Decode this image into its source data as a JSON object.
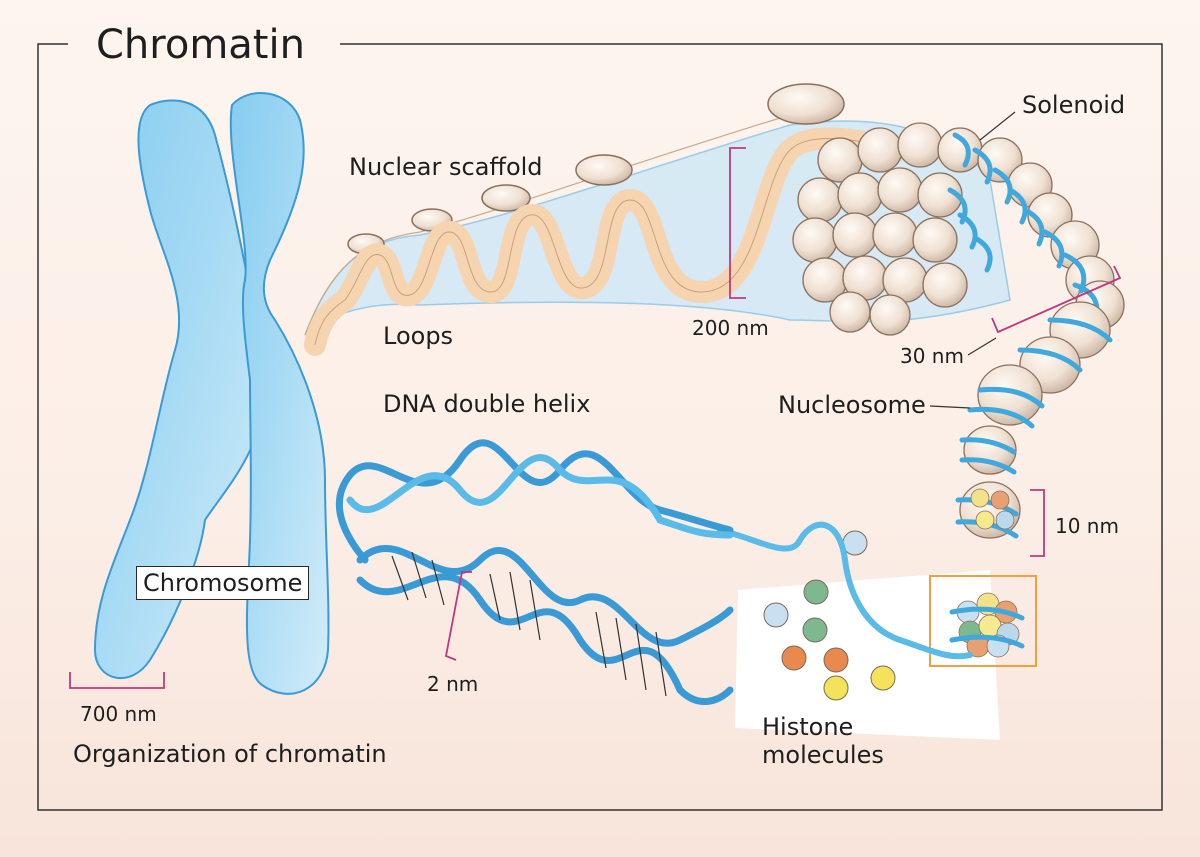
{
  "title": "Chromatin",
  "labels": {
    "nuclear_scaffold": "Nuclear scaffold",
    "solenoid": "Solenoid",
    "loops": "Loops",
    "size_200": "200 nm",
    "size_30": "30 nm",
    "dna_double_helix": "DNA double helix",
    "nucleosome": "Nucleosome",
    "size_10": "10 nm",
    "chromosome": "Chromosome",
    "size_2": "2 nm",
    "size_700": "700 nm",
    "histone_molecules_1": "Histone",
    "histone_molecules_2": "molecules",
    "caption": "Organization of chromatin"
  },
  "colors": {
    "chromosome_blue": "#7ec6ee",
    "chromosome_edge": "#3a9ad6",
    "dna_blue": "#3fa8dd",
    "loop_fill": "#f6d8b8",
    "scaffold_fill": "#d5e9f5",
    "bead_fill": "#f1e3d6",
    "bracket_magenta": "#c2377f",
    "highlight_orange": "#f0a040",
    "histone_blue": "#b9dbef",
    "histone_green": "#6fae84",
    "histone_orange": "#e88a4e",
    "histone_yellow": "#f4e25a"
  }
}
